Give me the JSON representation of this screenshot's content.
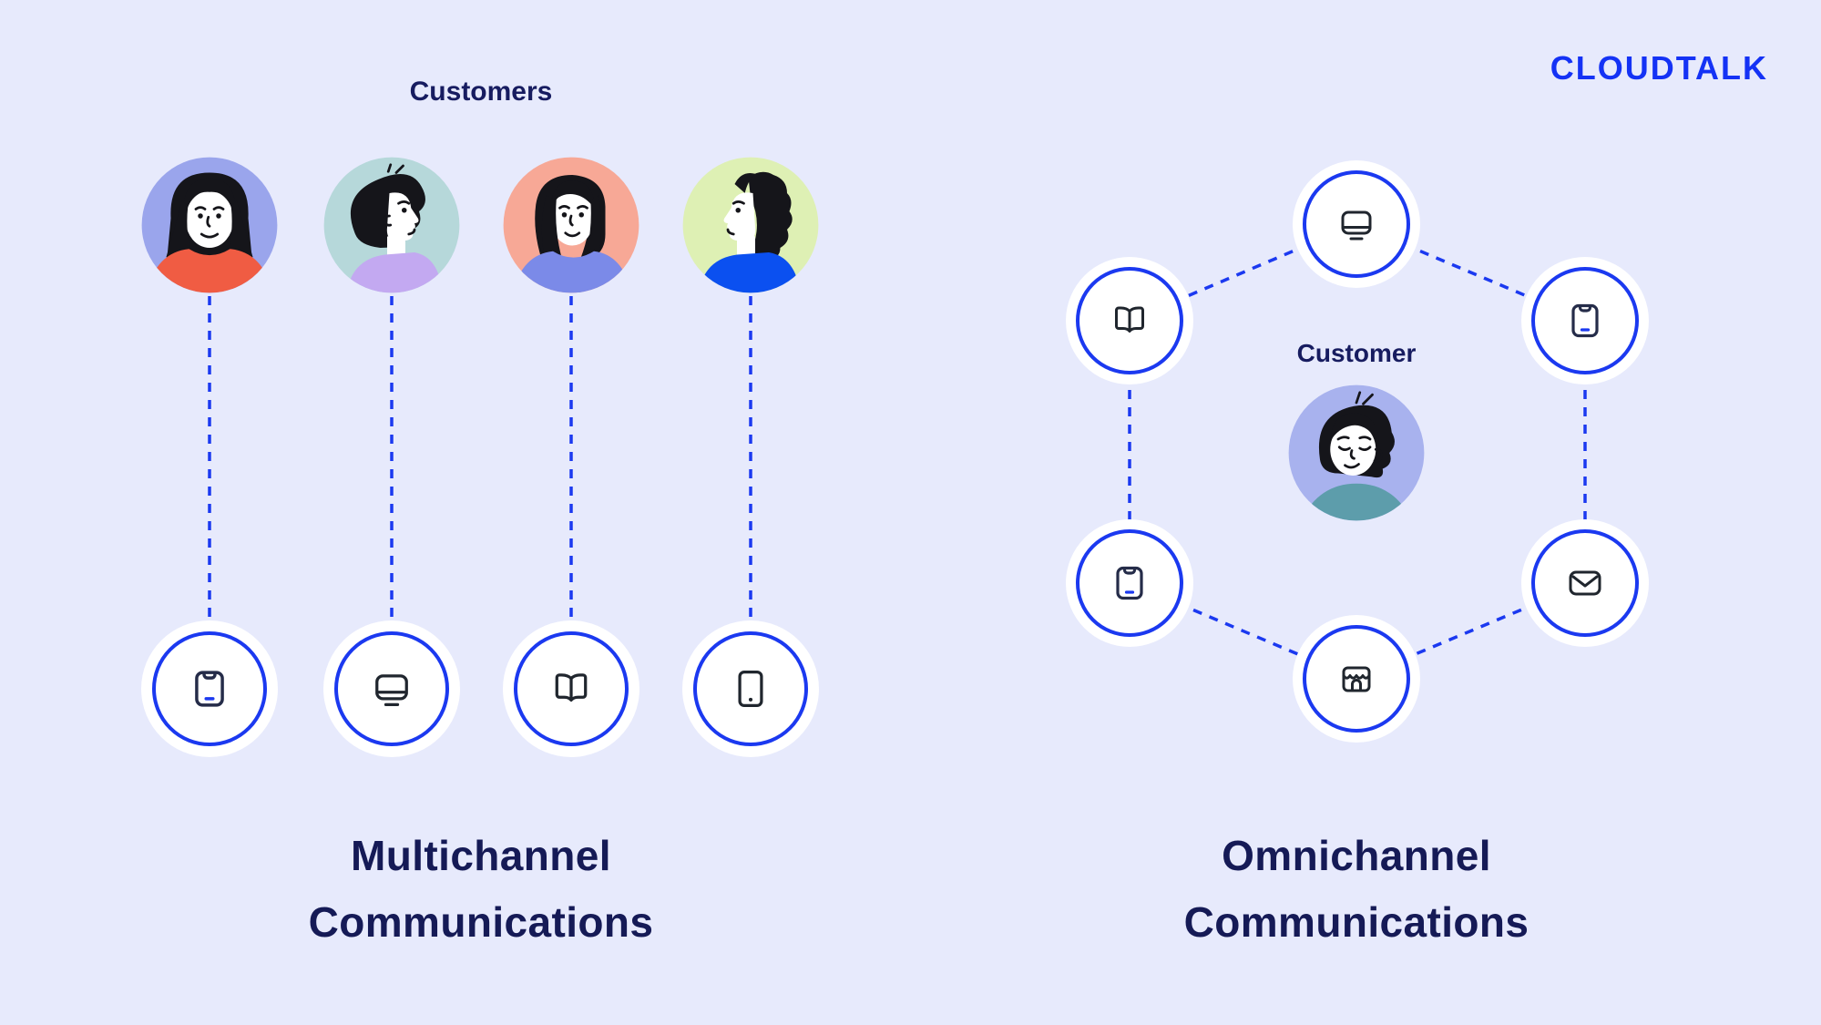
{
  "brand": {
    "logo_text": "CLOUDTALK",
    "logo_color": "#1432f5"
  },
  "colors": {
    "background": "#e7eafc",
    "accent_blue": "#1b39f0",
    "navy_text": "#151a56",
    "icon_stroke": "#20262e",
    "circle_fill": "#ffffff"
  },
  "left_panel": {
    "heading": "Customers",
    "title_line1": "Multichannel",
    "title_line2": "Communications",
    "customers": [
      {
        "id": "customer-1",
        "background": "#9aa5ec",
        "shirt": "#f05c43"
      },
      {
        "id": "customer-2",
        "background": "#b6d8da",
        "shirt": "#c3a9f1"
      },
      {
        "id": "customer-3",
        "background": "#f7a896",
        "shirt": "#7b8ae8"
      },
      {
        "id": "customer-4",
        "background": "#def0b4",
        "shirt": "#0b50f0"
      }
    ],
    "channels": [
      {
        "icon": "smartphone-icon"
      },
      {
        "icon": "monitor-icon"
      },
      {
        "icon": "book-icon"
      },
      {
        "icon": "tablet-icon"
      }
    ]
  },
  "right_panel": {
    "heading": "Customer",
    "title_line1": "Omnichannel",
    "title_line2": "Communications",
    "customer": {
      "id": "customer-5",
      "background": "#a8b2ee",
      "shirt": "#5d9dab"
    },
    "channels": [
      {
        "icon": "monitor-icon",
        "position": "top"
      },
      {
        "icon": "smartphone-icon",
        "position": "top-right"
      },
      {
        "icon": "envelope-icon",
        "position": "bottom-right"
      },
      {
        "icon": "shop-icon",
        "position": "bottom"
      },
      {
        "icon": "smartphone-icon",
        "position": "bottom-left"
      },
      {
        "icon": "book-icon",
        "position": "top-left"
      }
    ]
  }
}
